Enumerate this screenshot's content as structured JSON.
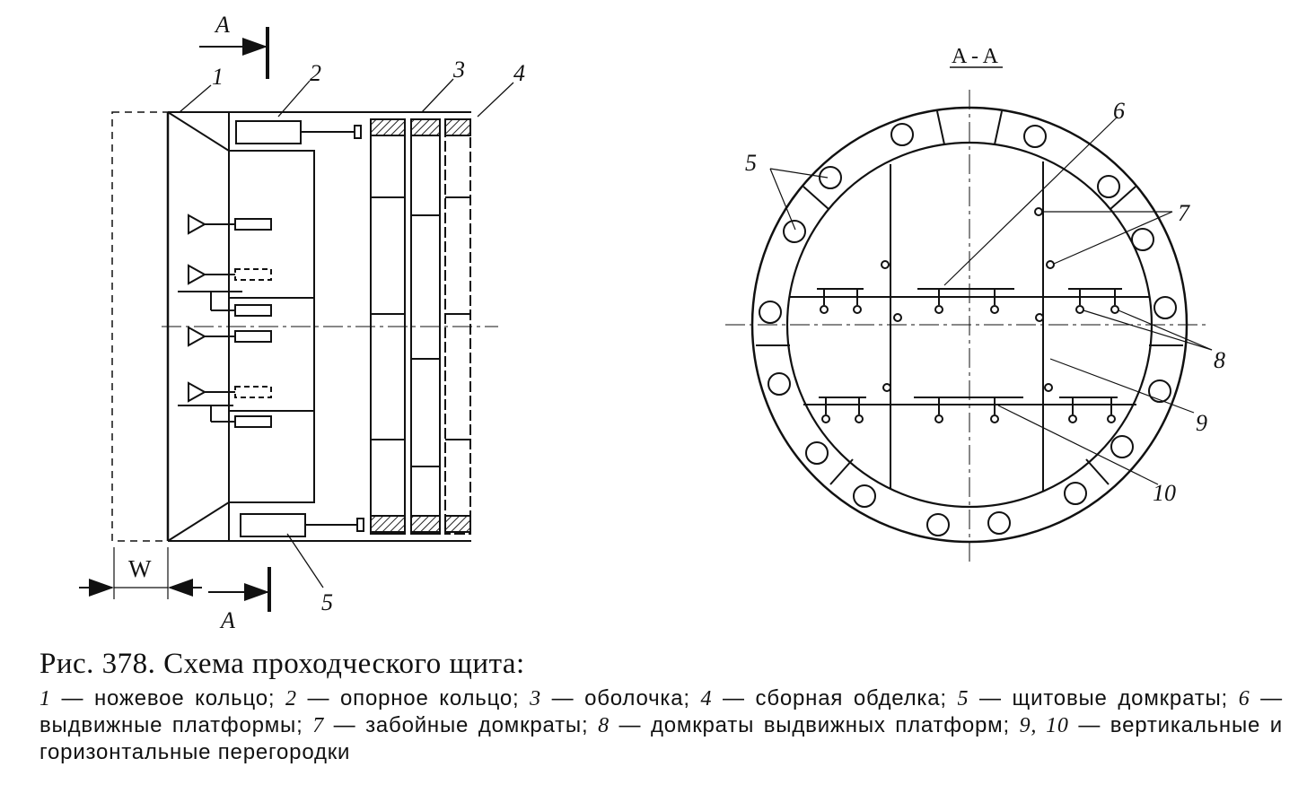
{
  "figure": {
    "section_marker": "A",
    "section_title": "A - A",
    "width_label": "W",
    "left_labels": [
      "1",
      "2",
      "3",
      "4",
      "5"
    ],
    "right_labels": [
      "5",
      "6",
      "7",
      "8",
      "9",
      "10"
    ]
  },
  "caption": {
    "title": "Рис. 378. Схема проходческого щита:",
    "legend": [
      {
        "num": "1",
        "text": " — ножевое кольцо; "
      },
      {
        "num": "2",
        "text": " — опорное кольцо; "
      },
      {
        "num": "3",
        "text": " — оболочка; "
      },
      {
        "num": "4",
        "text": " — сборная обделка; "
      },
      {
        "num": "5",
        "text": " — щитовые домкраты; "
      },
      {
        "num": "6",
        "text": " — выдвижные платформы; "
      },
      {
        "num": "7",
        "text": " — забойные домкраты; "
      },
      {
        "num": "8",
        "text": " — домкраты выдвижных платформ; "
      },
      {
        "num": "9, 10",
        "text": " — вертикальные и горизонтальные перегородки"
      }
    ]
  }
}
